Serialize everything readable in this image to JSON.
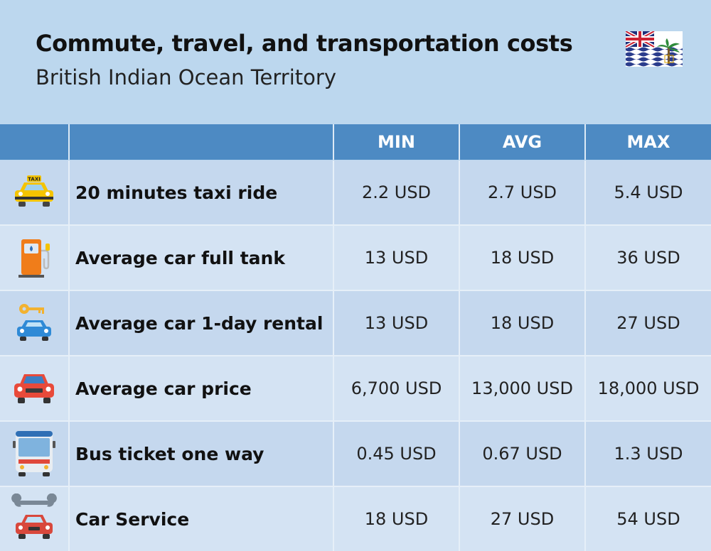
{
  "header": {
    "title": "Commute, travel, and transportation costs",
    "subtitle": "British Indian Ocean Territory",
    "flag_icon": "british-indian-ocean-territory-flag"
  },
  "colors": {
    "background": "#bcd7ee",
    "header_cell": "#4d8ac3",
    "row_odd": "#c5d8ee",
    "row_even": "#d4e3f3"
  },
  "chart_data": {
    "type": "table",
    "columns": [
      "MIN",
      "AVG",
      "MAX"
    ],
    "rows": [
      {
        "label": "20 minutes taxi ride",
        "icon": "taxi-icon",
        "min": "2.2 USD",
        "avg": "2.7 USD",
        "max": "5.4 USD"
      },
      {
        "label": "Average car full tank",
        "icon": "fuel-pump-icon",
        "min": "13 USD",
        "avg": "18 USD",
        "max": "36 USD"
      },
      {
        "label": "Average car 1-day rental",
        "icon": "car-rental-key-icon",
        "min": "13 USD",
        "avg": "18 USD",
        "max": "27 USD"
      },
      {
        "label": "Average car price",
        "icon": "car-icon",
        "min": "6,700 USD",
        "avg": "13,000 USD",
        "max": "18,000 USD"
      },
      {
        "label": "Bus ticket one way",
        "icon": "bus-icon",
        "min": "0.45 USD",
        "avg": "0.67 USD",
        "max": "1.3 USD"
      },
      {
        "label": "Car Service",
        "icon": "car-service-wrench-icon",
        "min": "18 USD",
        "avg": "27 USD",
        "max": "54 USD"
      }
    ]
  }
}
